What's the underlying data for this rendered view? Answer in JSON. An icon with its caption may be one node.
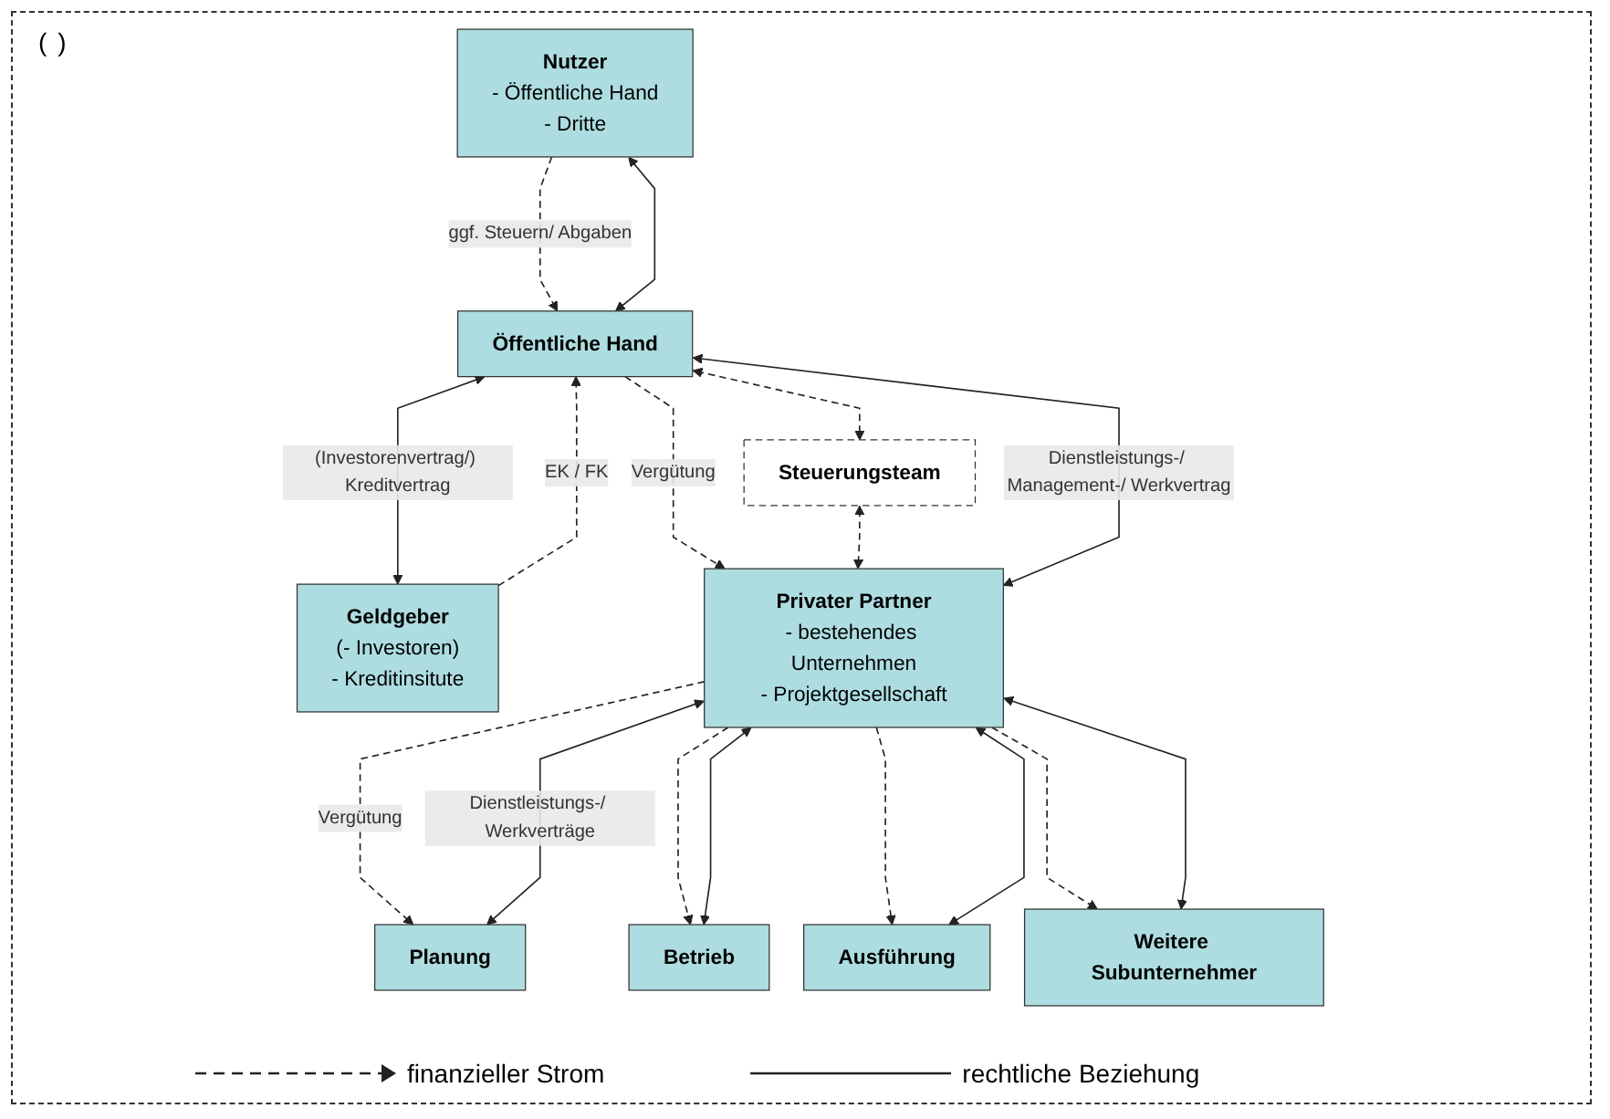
{
  "diagram": {
    "nodes": [
      {
        "text": [
          "Nutzer",
          "- Öffentliche Hand",
          "- Dritte"
        ]
      },
      {
        "text": [
          "Öffentliche Hand"
        ]
      },
      {
        "text": [
          "Geldgeber",
          "(- Investoren)",
          "- Kreditinsitute"
        ]
      },
      {
        "text": [
          "Steuerungsteam"
        ]
      },
      {
        "text": [
          "Privater Partner",
          "- bestehendes Unternehmen",
          "- Projektgesellschaft"
        ]
      },
      {
        "text": [
          "Planung"
        ]
      },
      {
        "text": [
          "Betrieb"
        ]
      },
      {
        "text": [
          "Ausführung"
        ]
      },
      {
        "text": [
          "Weitere Subunternehmer"
        ]
      }
    ],
    "edges": [
      {
        "from": 0,
        "to": 1,
        "arrow": "to",
        "style": "dashed",
        "label": "ggf. Steuern/ Abgaben"
      },
      {
        "from": 0,
        "to": 1,
        "arrow": "both"
      },
      {
        "from": 2,
        "to": 1,
        "arrow": "to",
        "style": "dashed",
        "label": "EK / FK"
      },
      {
        "from": 1,
        "to": 2,
        "arrow": "both",
        "label": "(Investorenvertrag/) Kreditvertrag"
      },
      {
        "from": 1,
        "to": 4,
        "arrow": "to",
        "style": "dashed",
        "label": "Vergütung"
      },
      {
        "from": 1,
        "to": 3,
        "arrow": "both",
        "style": "dashed"
      },
      {
        "from": 3,
        "to": 4,
        "arrow": "both",
        "style": "dashed"
      },
      {
        "from": 1,
        "to": 4,
        "arrow": "both",
        "label": "Dienstleistungs-/ Management-/ Werkvertrag"
      },
      {
        "from": 4,
        "to": 5,
        "arrow": "to",
        "style": "dashed",
        "label": "Vergütung"
      },
      {
        "from": 4,
        "to": 6,
        "arrow": "to",
        "style": "dashed"
      },
      {
        "from": 4,
        "to": 7,
        "arrow": "to",
        "style": "dashed"
      },
      {
        "from": 4,
        "to": 8,
        "arrow": "to",
        "style": "dashed"
      },
      {
        "from": 4,
        "to": 5,
        "arrow": "both",
        "label": "Dienstleistungs-/ Werkverträge"
      },
      {
        "from": 4,
        "to": 6,
        "arrow": "both"
      },
      {
        "from": 4,
        "to": 7,
        "arrow": "both"
      },
      {
        "from": 4,
        "to": 8,
        "arrow": "both"
      }
    ],
    "labels": [
      "(",
      ")"
    ],
    "legend": [
      {
        "text": "finanzieller Strom"
      },
      {
        "text": "rechtliche Beziehung"
      }
    ]
  }
}
